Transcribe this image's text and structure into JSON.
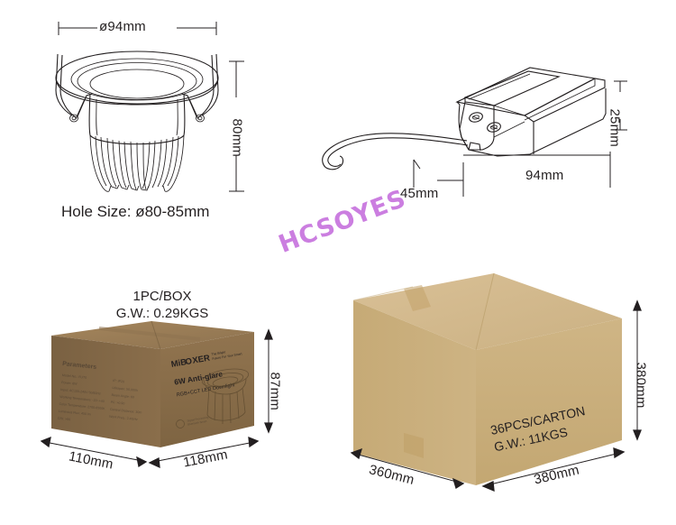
{
  "watermark": {
    "text": "HCSOYES",
    "color": "#cb7ee0"
  },
  "downlight": {
    "name": "LED Downlight",
    "diameter_label": "ø94mm",
    "height_label": "80mm",
    "hole_size_caption": "Hole Size: ø80-85mm"
  },
  "driver": {
    "name": "LED Driver",
    "height_label": "25mm",
    "width_label": "45mm",
    "length_label": "94mm"
  },
  "retail_box": {
    "qty_label": "1PC/BOX",
    "gross_weight_label": "G.W.: 0.29KGS",
    "width_label": "110mm",
    "depth_label": "118mm",
    "height_label": "87mm",
    "brand": "MiBOXER",
    "brand_tagline_line1": "The Bright",
    "brand_tagline_line2": "Future For Your Smart",
    "product_line1": "6W Anti-glare",
    "product_line2": "RGB+CCT LED Downlight",
    "parameters_title": "Parameters",
    "parameters_left": [
      "Model No.: FUT0…",
      "Power: 6W",
      "Input Voltage: AC 100–240V",
      "Working Temperature: -20–+40℃",
      "Color Temperature: 2700–6500K",
      "Luminous Flux: 450 lm",
      "CRI: >80"
    ],
    "parameters_right": [
      "IP: IP20",
      "Lifespan: 50,000h",
      "Beam Angle: 60°",
      "PF: >0.90",
      "Control Distance: 30m",
      "Work Freq.: 2.4GHz"
    ],
    "colors": {
      "front": "#8a6f4c",
      "left": "#7c6344",
      "top": "#9b7f58"
    }
  },
  "carton": {
    "qty_label": "36PCS/CARTON",
    "gross_weight_label": "G.W.: 11KGS",
    "depth_label": "360mm",
    "width_label": "380mm",
    "height_label": "380mm",
    "colors": {
      "front": "#cbb07f",
      "left": "#c7ab78",
      "top": "#d6bd90"
    }
  }
}
